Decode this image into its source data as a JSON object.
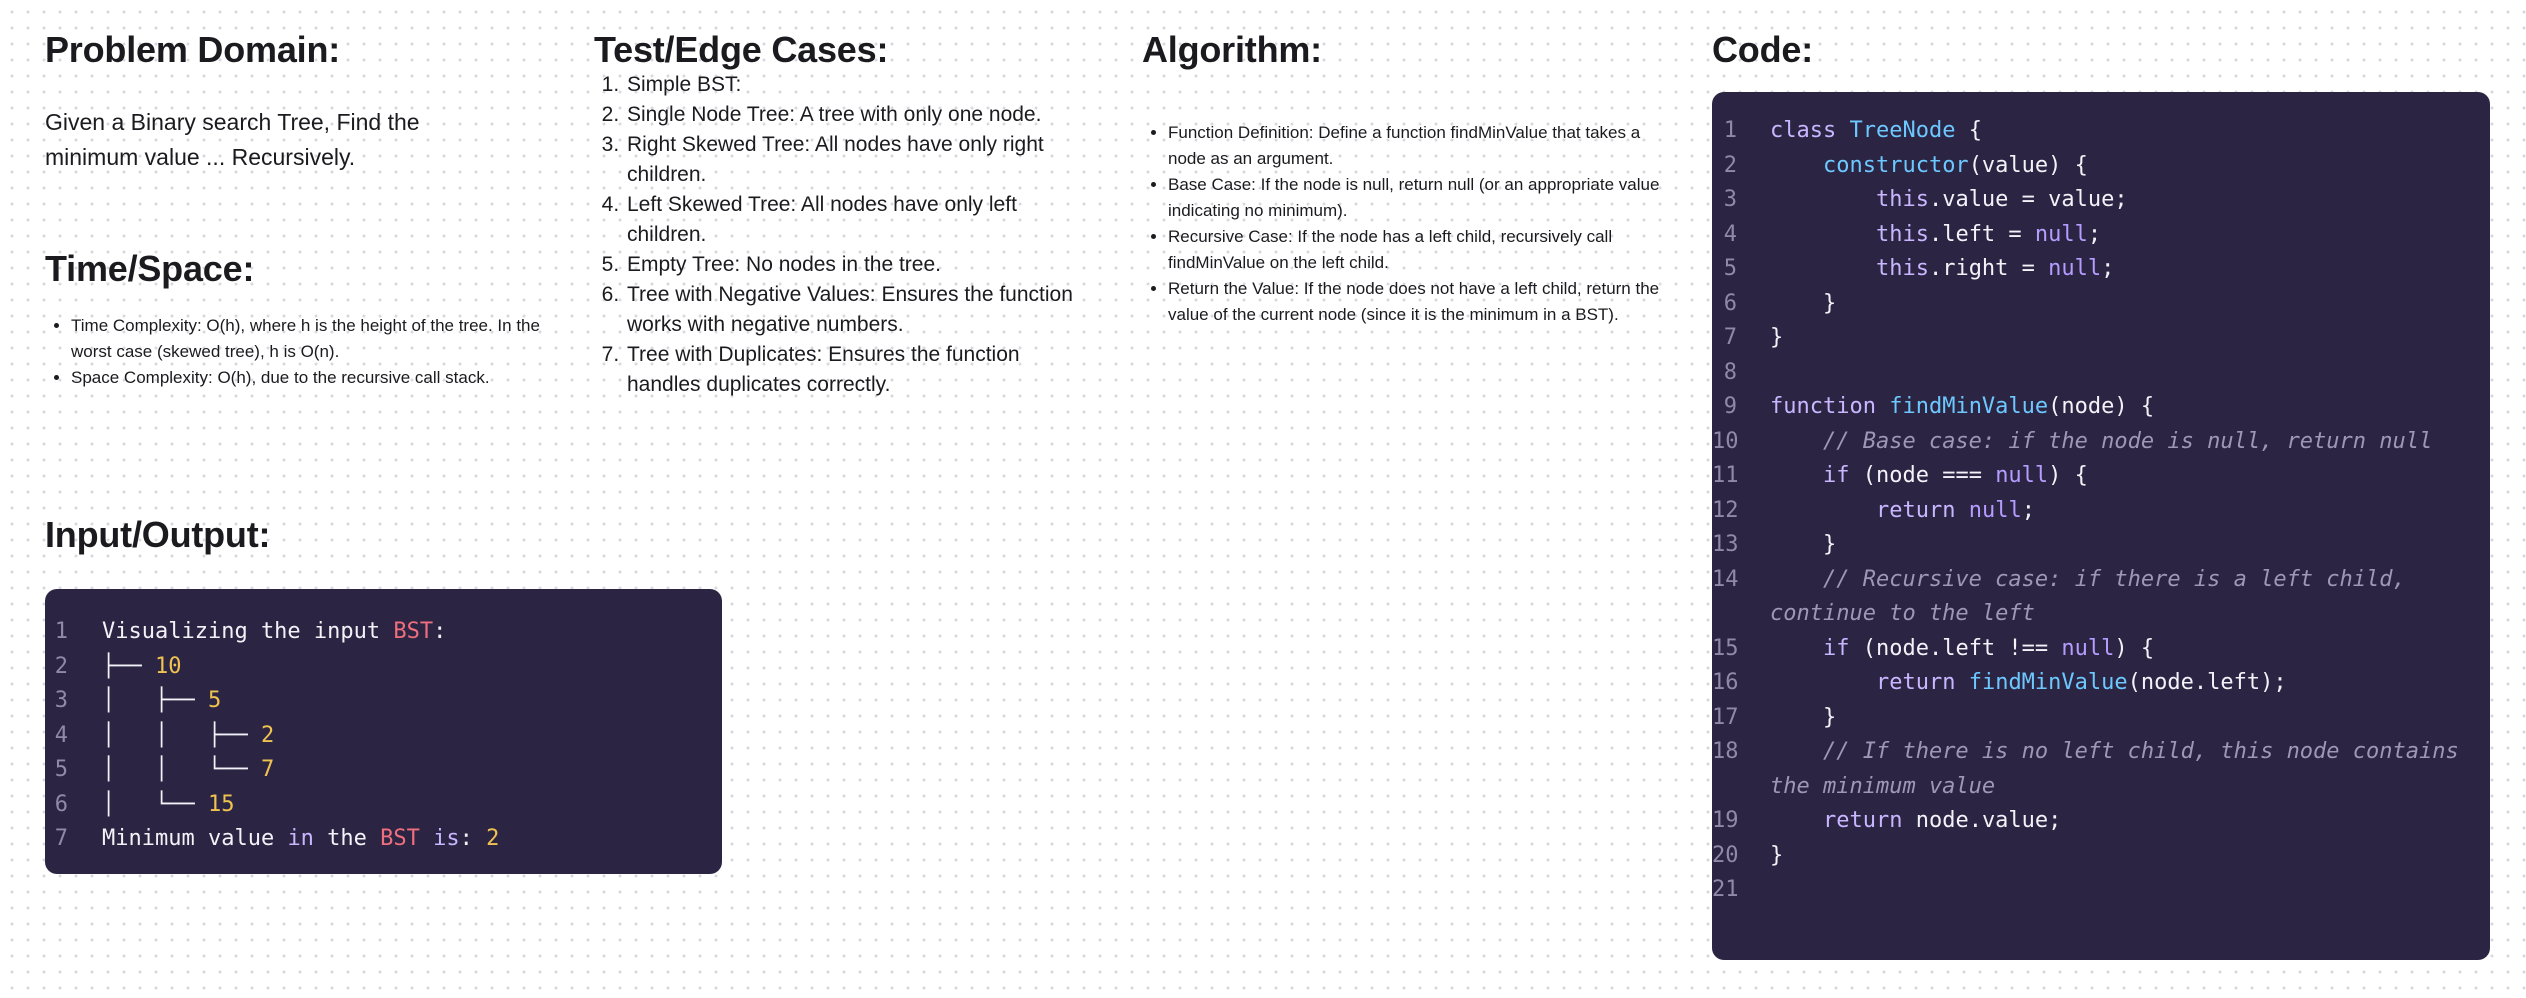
{
  "problem_domain": {
    "title": "Problem Domain:",
    "text": "Given a Binary search Tree, Find the minimum value ... Recursively."
  },
  "time_space": {
    "title": "Time/Space:",
    "items": [
      "Time Complexity: O(h), where h is the height of the tree. In the worst case (skewed tree), h is O(n).",
      "Space Complexity: O(h), due to the recursive call stack."
    ]
  },
  "input_output": {
    "title": "Input/Output:",
    "lines": [
      {
        "n": "1",
        "tokens": [
          {
            "t": "Visualizing the input ",
            "c": "plain"
          },
          {
            "t": "BST",
            "c": "red"
          },
          {
            "t": ":",
            "c": "plain"
          }
        ]
      },
      {
        "n": "2",
        "tokens": [
          {
            "t": "├── ",
            "c": "plain"
          },
          {
            "t": "10",
            "c": "num"
          }
        ]
      },
      {
        "n": "3",
        "tokens": [
          {
            "t": "│   ├── ",
            "c": "plain"
          },
          {
            "t": "5",
            "c": "num"
          }
        ]
      },
      {
        "n": "4",
        "tokens": [
          {
            "t": "│   │   ├── ",
            "c": "plain"
          },
          {
            "t": "2",
            "c": "num"
          }
        ]
      },
      {
        "n": "5",
        "tokens": [
          {
            "t": "│   │   └── ",
            "c": "plain"
          },
          {
            "t": "7",
            "c": "num"
          }
        ]
      },
      {
        "n": "6",
        "tokens": [
          {
            "t": "│   └── ",
            "c": "plain"
          },
          {
            "t": "15",
            "c": "num"
          }
        ]
      },
      {
        "n": "7",
        "tokens": [
          {
            "t": "Minimum value ",
            "c": "plain"
          },
          {
            "t": "in",
            "c": "kw"
          },
          {
            "t": " the ",
            "c": "plain"
          },
          {
            "t": "BST",
            "c": "red"
          },
          {
            "t": " ",
            "c": "plain"
          },
          {
            "t": "is",
            "c": "kw"
          },
          {
            "t": ": ",
            "c": "plain"
          },
          {
            "t": "2",
            "c": "num"
          }
        ]
      }
    ]
  },
  "test_cases": {
    "title": "Test/Edge Cases:",
    "items": [
      "Simple BST:",
      "Single Node Tree: A tree with only one node.",
      "Right Skewed Tree: All nodes have only right children.",
      "Left Skewed Tree: All nodes have only left children.",
      "Empty Tree: No nodes in the tree.",
      "Tree with Negative Values: Ensures the function works with negative numbers.",
      "Tree with Duplicates: Ensures the function handles duplicates correctly."
    ]
  },
  "algorithm": {
    "title": "Algorithm:",
    "items": [
      "Function Definition: Define a function findMinValue that takes a node as an argument.",
      "Base Case: If the node is null, return null (or an appropriate value indicating no minimum).",
      "Recursive Case: If the node has a left child, recursively call findMinValue on the left child.",
      "Return the Value: If the node does not have a left child, return the value of the current node (since it is the minimum in a BST)."
    ]
  },
  "code": {
    "title": "Code:",
    "lines": [
      {
        "n": "1",
        "tokens": [
          {
            "t": "class ",
            "c": "kw"
          },
          {
            "t": "TreeNode",
            "c": "cls"
          },
          {
            "t": " {",
            "c": "plain"
          }
        ]
      },
      {
        "n": "2",
        "tokens": [
          {
            "t": "    ",
            "c": "plain"
          },
          {
            "t": "constructor",
            "c": "fn"
          },
          {
            "t": "(value) {",
            "c": "plain"
          }
        ]
      },
      {
        "n": "3",
        "tokens": [
          {
            "t": "        ",
            "c": "plain"
          },
          {
            "t": "this",
            "c": "this"
          },
          {
            "t": ".value = value;",
            "c": "plain"
          }
        ]
      },
      {
        "n": "4",
        "tokens": [
          {
            "t": "        ",
            "c": "plain"
          },
          {
            "t": "this",
            "c": "this"
          },
          {
            "t": ".left = ",
            "c": "plain"
          },
          {
            "t": "null",
            "c": "null"
          },
          {
            "t": ";",
            "c": "plain"
          }
        ]
      },
      {
        "n": "5",
        "tokens": [
          {
            "t": "        ",
            "c": "plain"
          },
          {
            "t": "this",
            "c": "this"
          },
          {
            "t": ".right = ",
            "c": "plain"
          },
          {
            "t": "null",
            "c": "null"
          },
          {
            "t": ";",
            "c": "plain"
          }
        ]
      },
      {
        "n": "6",
        "tokens": [
          {
            "t": "    }",
            "c": "plain"
          }
        ]
      },
      {
        "n": "7",
        "tokens": [
          {
            "t": "}",
            "c": "plain"
          }
        ]
      },
      {
        "n": "8",
        "tokens": []
      },
      {
        "n": "9",
        "tokens": [
          {
            "t": "function ",
            "c": "kw"
          },
          {
            "t": "findMinValue",
            "c": "fn"
          },
          {
            "t": "(node) {",
            "c": "plain"
          }
        ]
      },
      {
        "n": "10",
        "tokens": [
          {
            "t": "    ",
            "c": "plain"
          },
          {
            "t": "// Base case: if the node is null, return null",
            "c": "cm"
          }
        ]
      },
      {
        "n": "11",
        "tokens": [
          {
            "t": "    ",
            "c": "plain"
          },
          {
            "t": "if",
            "c": "kw"
          },
          {
            "t": " (node === ",
            "c": "plain"
          },
          {
            "t": "null",
            "c": "null"
          },
          {
            "t": ") {",
            "c": "plain"
          }
        ]
      },
      {
        "n": "12",
        "tokens": [
          {
            "t": "        ",
            "c": "plain"
          },
          {
            "t": "return",
            "c": "kw"
          },
          {
            "t": " ",
            "c": "plain"
          },
          {
            "t": "null",
            "c": "null"
          },
          {
            "t": ";",
            "c": "plain"
          }
        ]
      },
      {
        "n": "13",
        "tokens": [
          {
            "t": "    }",
            "c": "plain"
          }
        ]
      },
      {
        "n": "14",
        "tokens": [
          {
            "t": "    ",
            "c": "plain"
          },
          {
            "t": "// Recursive case: if there is a left child, continue to the left",
            "c": "cm"
          }
        ]
      },
      {
        "n": "15",
        "tokens": [
          {
            "t": "    ",
            "c": "plain"
          },
          {
            "t": "if",
            "c": "kw"
          },
          {
            "t": " (node.left !== ",
            "c": "plain"
          },
          {
            "t": "null",
            "c": "null"
          },
          {
            "t": ") {",
            "c": "plain"
          }
        ]
      },
      {
        "n": "16",
        "tokens": [
          {
            "t": "        ",
            "c": "plain"
          },
          {
            "t": "return",
            "c": "kw"
          },
          {
            "t": " ",
            "c": "plain"
          },
          {
            "t": "findMinValue",
            "c": "fn"
          },
          {
            "t": "(node.left);",
            "c": "plain"
          }
        ]
      },
      {
        "n": "17",
        "tokens": [
          {
            "t": "    }",
            "c": "plain"
          }
        ]
      },
      {
        "n": "18",
        "tokens": [
          {
            "t": "    ",
            "c": "plain"
          },
          {
            "t": "// If there is no left child, this node contains the minimum value",
            "c": "cm"
          }
        ]
      },
      {
        "n": "19",
        "tokens": [
          {
            "t": "    ",
            "c": "plain"
          },
          {
            "t": "return",
            "c": "kw"
          },
          {
            "t": " node.value;",
            "c": "plain"
          }
        ]
      },
      {
        "n": "20",
        "tokens": [
          {
            "t": "}",
            "c": "plain"
          }
        ]
      },
      {
        "n": "21",
        "tokens": []
      }
    ]
  },
  "colors": {
    "code_background": "#2b2543",
    "line_number": "#8f8aa8",
    "keyword": "#c9b6ff",
    "function_name": "#6cc8ff",
    "comment": "#9d98b6",
    "number": "#f0c350",
    "highlight_red": "#ef6f7e"
  }
}
